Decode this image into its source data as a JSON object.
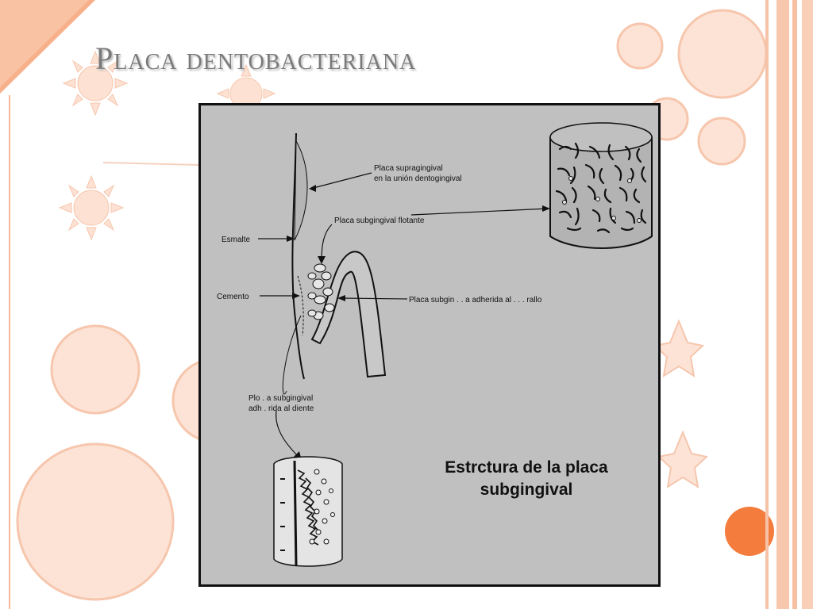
{
  "slide": {
    "title": "Placa dentobacteriana",
    "accent_color": "#f4a582",
    "accent_dark": "#f26b32"
  },
  "figure": {
    "labels": {
      "supragingival_line1": "Placa supragingival",
      "supragingival_line2": "en la unión dentogingival",
      "floating": "Placa subgingival flotante",
      "enamel": "Esmalte",
      "cement": "Cemento",
      "epithelium": "Placa subgin . . a adherida al . . . rallo",
      "tooth_line1": "Plo . a subgingival",
      "tooth_line2": "adh . rida al diente"
    },
    "caption_line1": "Estrctura de la placa",
    "caption_line2": "subgingival"
  }
}
